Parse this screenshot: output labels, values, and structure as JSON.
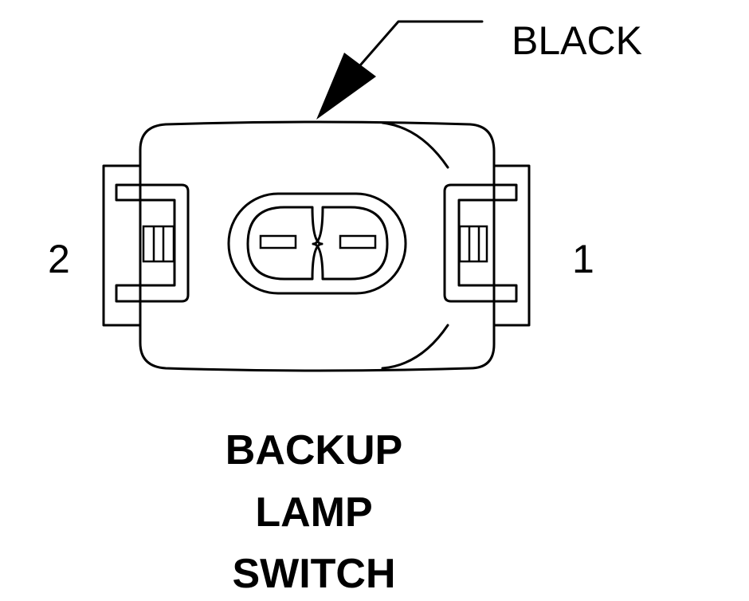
{
  "connector": {
    "wire_color": "BLACK",
    "pin_left": "2",
    "pin_right": "1",
    "title_lines": [
      "BACKUP",
      "LAMP",
      "SWITCH"
    ]
  }
}
